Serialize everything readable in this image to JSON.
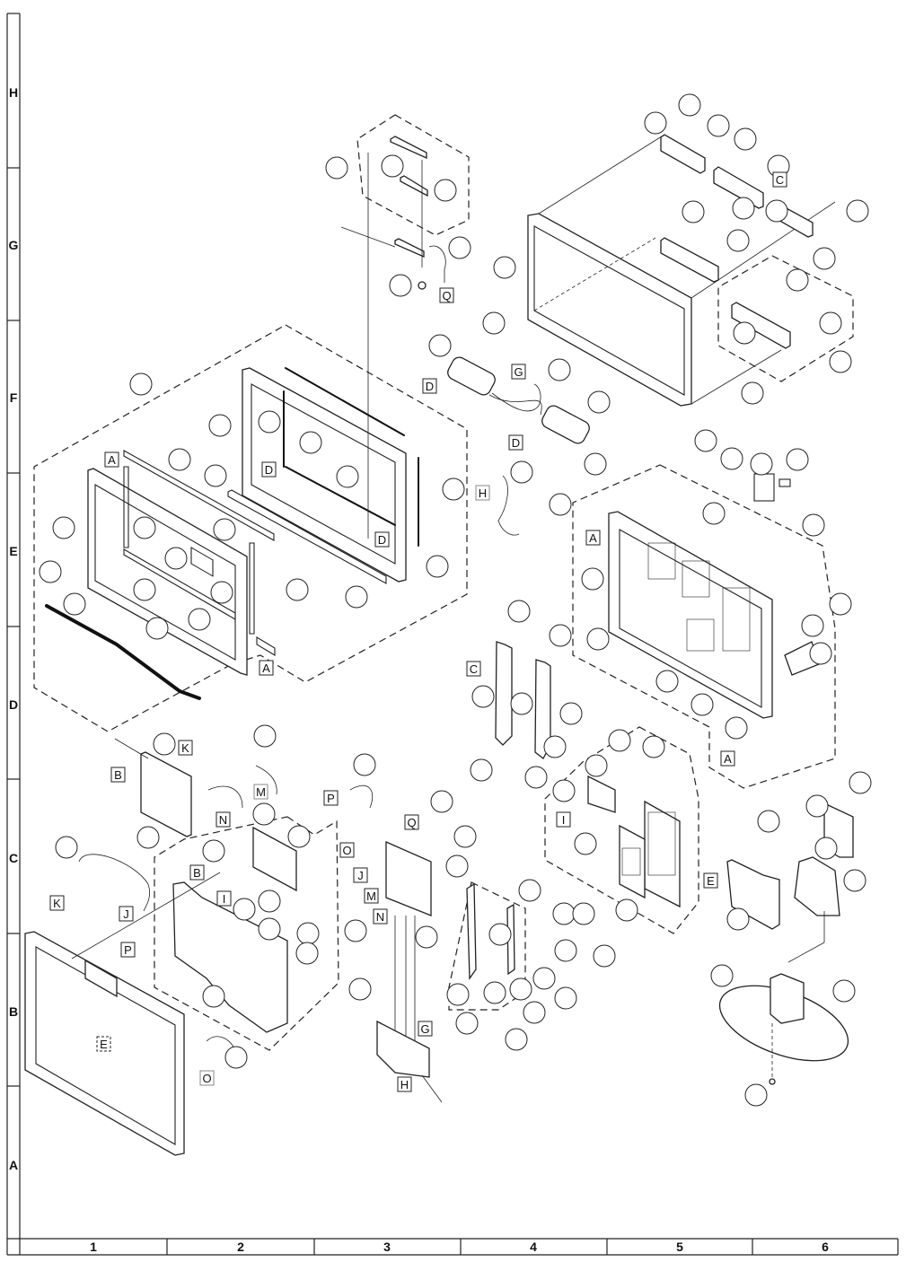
{
  "diagram": {
    "type": "exploded-parts-view",
    "row_labels": [
      "H",
      "G",
      "F",
      "E",
      "D",
      "C",
      "B",
      "A"
    ],
    "column_labels": [
      "1",
      "2",
      "3",
      "4",
      "5",
      "6"
    ],
    "callout_note": "Reference circles are blank (no part numbers printed)",
    "reference_tags": [
      {
        "id": "tag-c-top",
        "label": "C",
        "style": "solid"
      },
      {
        "id": "tag-q-top",
        "label": "Q",
        "style": "solid"
      },
      {
        "id": "tag-d-1",
        "label": "D",
        "style": "solid"
      },
      {
        "id": "tag-g-1",
        "label": "G",
        "style": "solid"
      },
      {
        "id": "tag-d-2",
        "label": "D",
        "style": "solid"
      },
      {
        "id": "tag-a-1",
        "label": "A",
        "style": "solid"
      },
      {
        "id": "tag-d-3",
        "label": "D",
        "style": "solid"
      },
      {
        "id": "tag-d-4",
        "label": "D",
        "style": "solid"
      },
      {
        "id": "tag-h-1",
        "label": "H",
        "style": "gray"
      },
      {
        "id": "tag-a-2",
        "label": "A",
        "style": "solid"
      },
      {
        "id": "tag-a-3",
        "label": "A",
        "style": "solid"
      },
      {
        "id": "tag-c-2",
        "label": "C",
        "style": "solid"
      },
      {
        "id": "tag-a-4",
        "label": "A",
        "style": "solid"
      },
      {
        "id": "tag-b-1",
        "label": "B",
        "style": "solid"
      },
      {
        "id": "tag-k-1",
        "label": "K",
        "style": "solid"
      },
      {
        "id": "tag-m-1",
        "label": "M",
        "style": "gray"
      },
      {
        "id": "tag-n-1",
        "label": "N",
        "style": "solid"
      },
      {
        "id": "tag-p-1",
        "label": "P",
        "style": "solid"
      },
      {
        "id": "tag-q-2",
        "label": "Q",
        "style": "solid"
      },
      {
        "id": "tag-o-1",
        "label": "O",
        "style": "solid"
      },
      {
        "id": "tag-j-1",
        "label": "J",
        "style": "solid"
      },
      {
        "id": "tag-m-2",
        "label": "M",
        "style": "solid"
      },
      {
        "id": "tag-n-2",
        "label": "N",
        "style": "solid"
      },
      {
        "id": "tag-i-1",
        "label": "I",
        "style": "solid"
      },
      {
        "id": "tag-b-2",
        "label": "B",
        "style": "solid"
      },
      {
        "id": "tag-i-2",
        "label": "I",
        "style": "solid"
      },
      {
        "id": "tag-k-2",
        "label": "K",
        "style": "solid"
      },
      {
        "id": "tag-j-2",
        "label": "J",
        "style": "solid"
      },
      {
        "id": "tag-p-2",
        "label": "P",
        "style": "solid"
      },
      {
        "id": "tag-e-1",
        "label": "E",
        "style": "solid"
      },
      {
        "id": "tag-e-2",
        "label": "E",
        "style": "dashed"
      },
      {
        "id": "tag-o-2",
        "label": "O",
        "style": "gray"
      },
      {
        "id": "tag-g-2",
        "label": "G",
        "style": "solid"
      },
      {
        "id": "tag-h-2",
        "label": "H",
        "style": "solid"
      }
    ]
  }
}
